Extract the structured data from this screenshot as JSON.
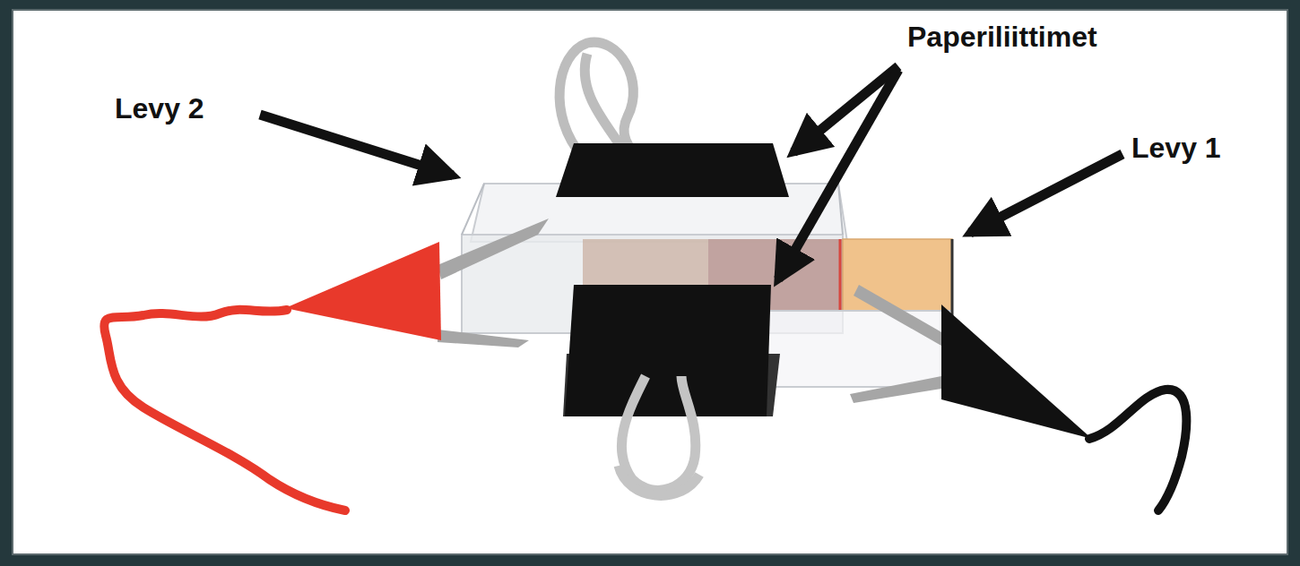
{
  "diagram": {
    "labels": [
      "Levy 2",
      "Paperiliittimet",
      "Levy 1"
    ]
  }
}
